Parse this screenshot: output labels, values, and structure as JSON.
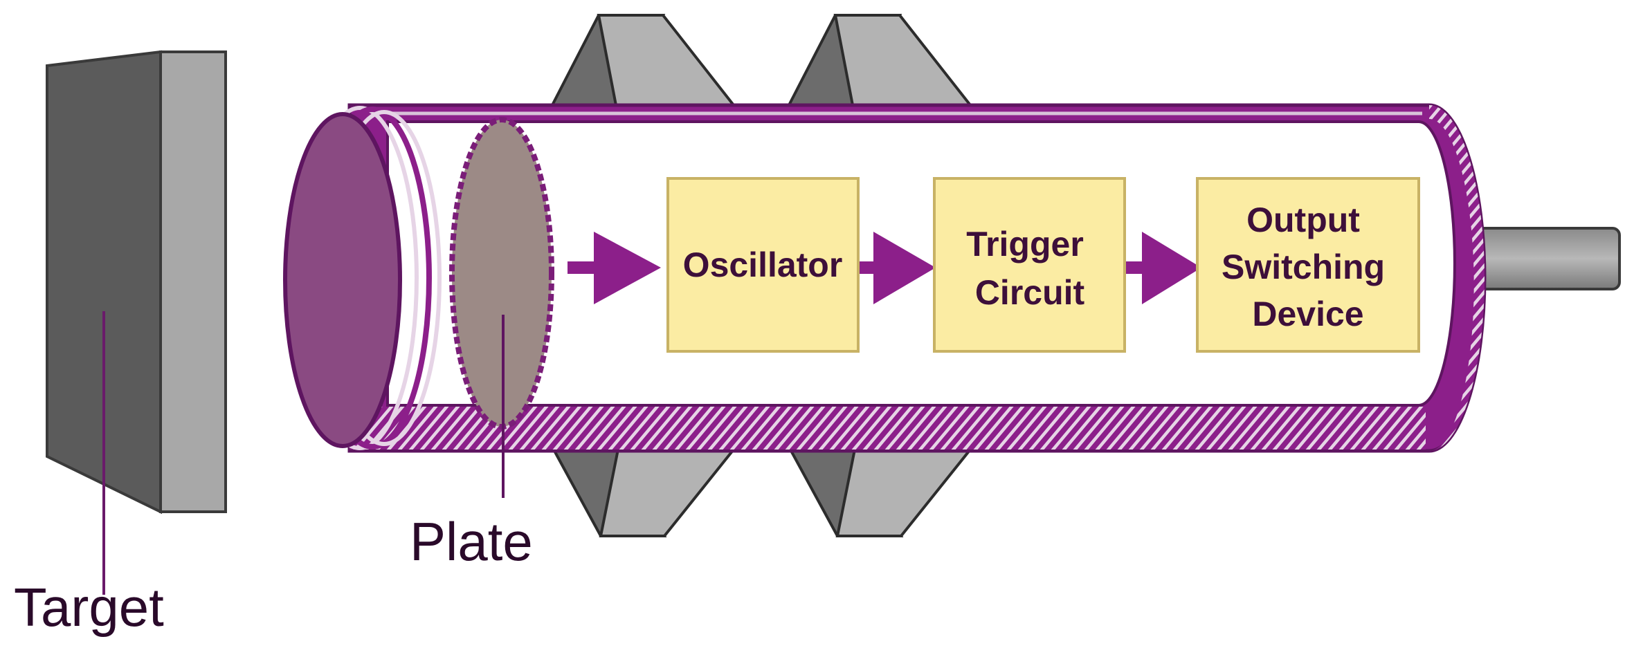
{
  "labels": {
    "target": "Target",
    "plate": "Plate"
  },
  "blocks": {
    "oscillator": [
      "Oscillator"
    ],
    "trigger_circuit": [
      "Trigger",
      "Circuit"
    ],
    "output_switching_device": [
      "Output",
      "Switching",
      "Device"
    ]
  },
  "colors": {
    "housing": "#8c1f8a",
    "housing_dark": "#5e1560",
    "front_face": "#8a4a82",
    "plate_fill": "#9c8a86",
    "block_fill": "#fbeca3",
    "block_stroke": "#c8b265",
    "target_dark": "#5b5b5b",
    "target_light": "#a8a8a8",
    "nut_dark": "#6c6c6c",
    "nut_light": "#b3b3b3",
    "shaft": "#9c9c9c"
  },
  "icons": [
    "arrow-right-icon",
    "arrow-right-icon",
    "arrow-right-icon"
  ]
}
